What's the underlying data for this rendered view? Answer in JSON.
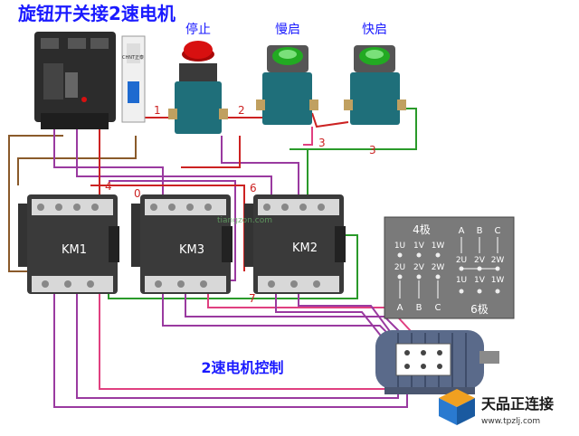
{
  "title": "旋钮开关接2速电机",
  "buttons": {
    "stop": "停止",
    "slow": "慢启",
    "fast": "快启"
  },
  "contactors": [
    "KM1",
    "KM3",
    "KM2"
  ],
  "wire_numbers": {
    "n1": "1",
    "n2": "2",
    "n3a": "3",
    "n3b": "3",
    "n4": "4",
    "n0": "0",
    "n6": "6",
    "n7": "7"
  },
  "breaker_brand": "CHNT正泰",
  "watermark_mid": "tiangzon.com",
  "motor_panel": {
    "label_4pole": "4极",
    "label_6pole": "6极",
    "phases_top": [
      "A",
      "B",
      "C"
    ],
    "row1": [
      "1U",
      "1V",
      "1W"
    ],
    "row2": [
      "2U",
      "2V",
      "2W"
    ],
    "row3": [
      "2U",
      "2V",
      "2W"
    ],
    "row4": [
      "1U",
      "1V",
      "1W"
    ],
    "phases_bottom": [
      "A",
      "B",
      "C"
    ]
  },
  "caption": "2速电机控制",
  "logo": {
    "name": "天品正连接",
    "url": "www.tpzlj.com"
  },
  "colors": {
    "title": "#1a1aff",
    "red_wire": "#cc2222",
    "green_wire": "#2a9a2a",
    "purple_wire": "#9a3aa0",
    "brown_wire": "#8a5a2a",
    "pink_wire": "#e04080",
    "contactor": "#3a3a3a",
    "stop_button": "#d81010",
    "start_button": "#22aa22",
    "panel_bg": "#7a7a7a"
  }
}
